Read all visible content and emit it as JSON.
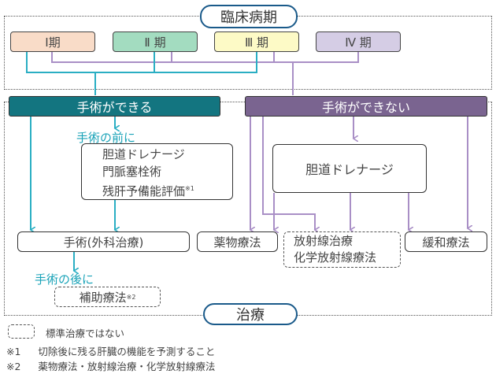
{
  "title": "臨床病期",
  "treatment_title": "治療",
  "stages": [
    {
      "label": "Ⅰ期",
      "color": "#f9dcc8"
    },
    {
      "label": "Ⅱ 期",
      "color": "#a3dcc0"
    },
    {
      "label": "Ⅲ 期",
      "color": "#fdfac6"
    },
    {
      "label": "Ⅳ 期",
      "color": "#d5cde5"
    }
  ],
  "categories": {
    "operable": {
      "label": "手術ができる",
      "color": "#137580"
    },
    "inoperable": {
      "label": "手術ができない",
      "color": "#7a6490"
    }
  },
  "operable_branch": {
    "before_label": "手術の前に",
    "before_items": [
      "胆道ドレナージ",
      "門脈塞栓術",
      "残肝予備能評価"
    ],
    "before_note_mark": "※1",
    "surgery_label": "手術(外科治療)",
    "after_label": "手術の後に",
    "adjuvant_label": "補助療法",
    "adjuvant_note_mark": "※2"
  },
  "inoperable_branch": {
    "drainage_label": "胆道ドレナージ",
    "drug_therapy": "薬物療法",
    "radiation_lines": [
      "放射線治療",
      "化学放射線療法"
    ],
    "palliative": "緩和療法"
  },
  "legend": {
    "dashed_meaning": "標準治療ではない",
    "notes": [
      {
        "mark": "※1",
        "text": "切除後に残る肝臓の機能を予測すること"
      },
      {
        "mark": "※2",
        "text": "薬物療法・放射線治療・化学放射線療法"
      }
    ]
  },
  "colors": {
    "teal_line": "#2aaec3",
    "purple_line": "#a98fc6",
    "pill_border": "#1a5a8a"
  }
}
